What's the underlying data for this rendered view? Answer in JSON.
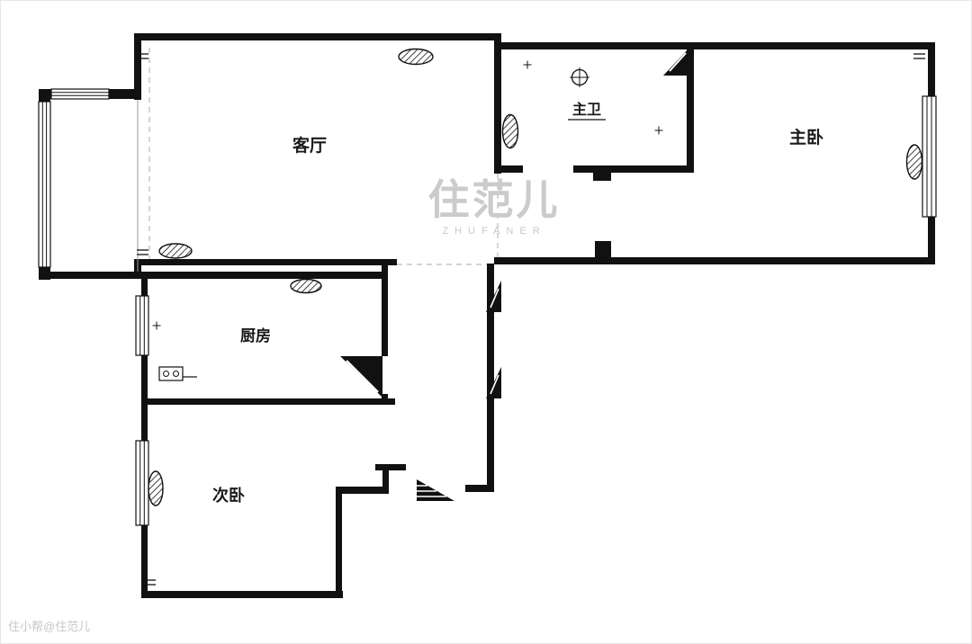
{
  "page": {
    "type": "apartment-floor-plan",
    "background_color": "#ffffff"
  },
  "rooms": {
    "living_room": {
      "label": "客厅"
    },
    "master_bath": {
      "label": "主卫"
    },
    "master_bedroom": {
      "label": "主卧"
    },
    "kitchen": {
      "label": "厨房"
    },
    "second_bedroom": {
      "label": "次卧"
    }
  },
  "watermark": {
    "logo_text": "住范儿",
    "logo_subtext": "ZHUFANER",
    "credit": "住小帮@住范儿"
  },
  "colors": {
    "wall": "#111111",
    "dashed_guide": "#b9b9b9",
    "watermark_gray": "#cbcbcb"
  },
  "legend": {
    "symbols": [
      "wall-segment",
      "window-icon",
      "radiator-icon",
      "door-swing-icon",
      "entry-door-icon",
      "floor-drain-icon",
      "stove-icon",
      "drain-cross-icon",
      "corner-mark-icon",
      "dashed-guide-line"
    ]
  }
}
